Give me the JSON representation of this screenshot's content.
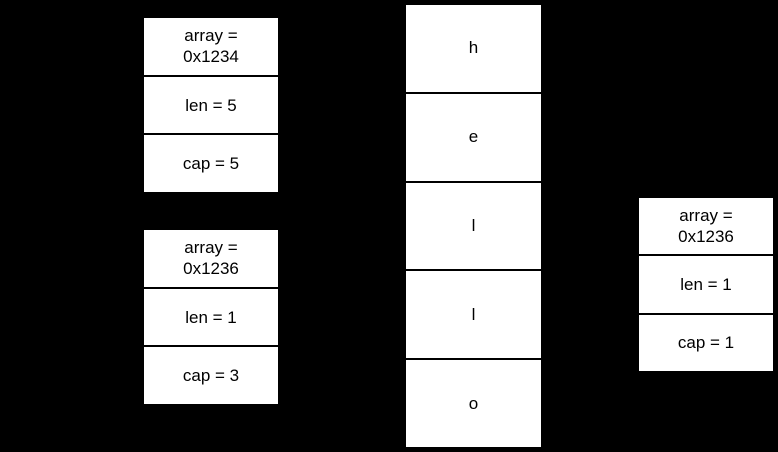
{
  "colors": {
    "background": "#000000",
    "box_fill": "#ffffff",
    "border": "#000000",
    "text": "#000000"
  },
  "slices": [
    {
      "array_line1": "array =",
      "array_line2": "0x1234",
      "len": "len = 5",
      "cap": "cap = 5"
    },
    {
      "array_line1": "array =",
      "array_line2": "0x1236",
      "len": "len = 1",
      "cap": "cap = 3"
    },
    {
      "array_line1": "array =",
      "array_line2": "0x1236",
      "len": "len = 1",
      "cap": "cap = 1"
    }
  ],
  "array_cells": [
    "h",
    "e",
    "l",
    "l",
    "o"
  ]
}
